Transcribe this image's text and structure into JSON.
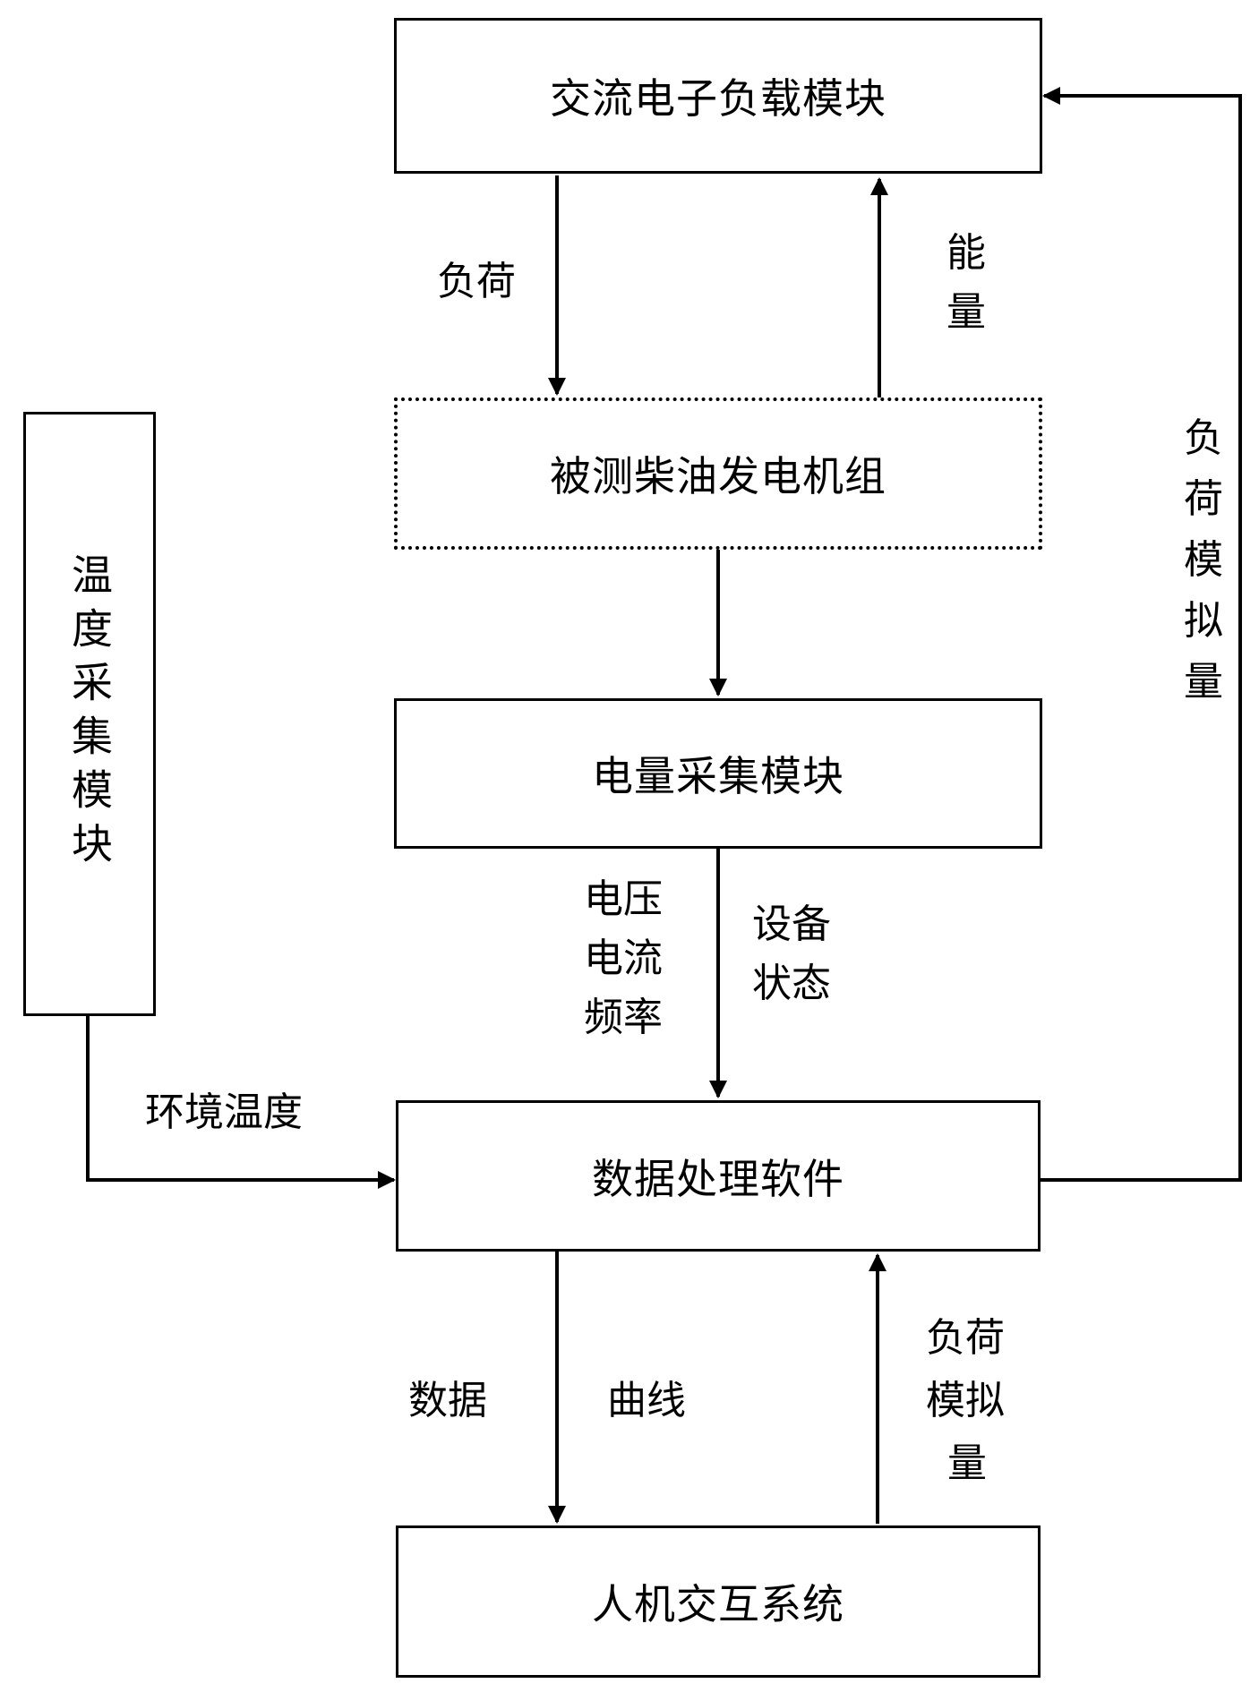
{
  "nodes": {
    "ac_load": "交流电子负载模块",
    "generator": "被测柴油发电机组",
    "power_acq": "电量采集模块",
    "temp_acq": "温度采集模块",
    "software": "数据处理软件",
    "hmi": "人机交互系统"
  },
  "edges": {
    "load_down": "负荷",
    "energy_up_1": "能",
    "energy_up_2": "量",
    "load_sim_right": "负荷模拟量",
    "power_params_1": "电压",
    "power_params_2": "电流",
    "power_params_3": "频率",
    "device_status_1": "设备",
    "device_status_2": "状态",
    "ambient_temp": "环境温度",
    "data": "数据",
    "curve": "曲线",
    "load_sim_bottom_1": "负荷",
    "load_sim_bottom_2": "模拟",
    "load_sim_bottom_3": "量"
  },
  "colors": {
    "line": "#000000",
    "background": "#ffffff"
  }
}
